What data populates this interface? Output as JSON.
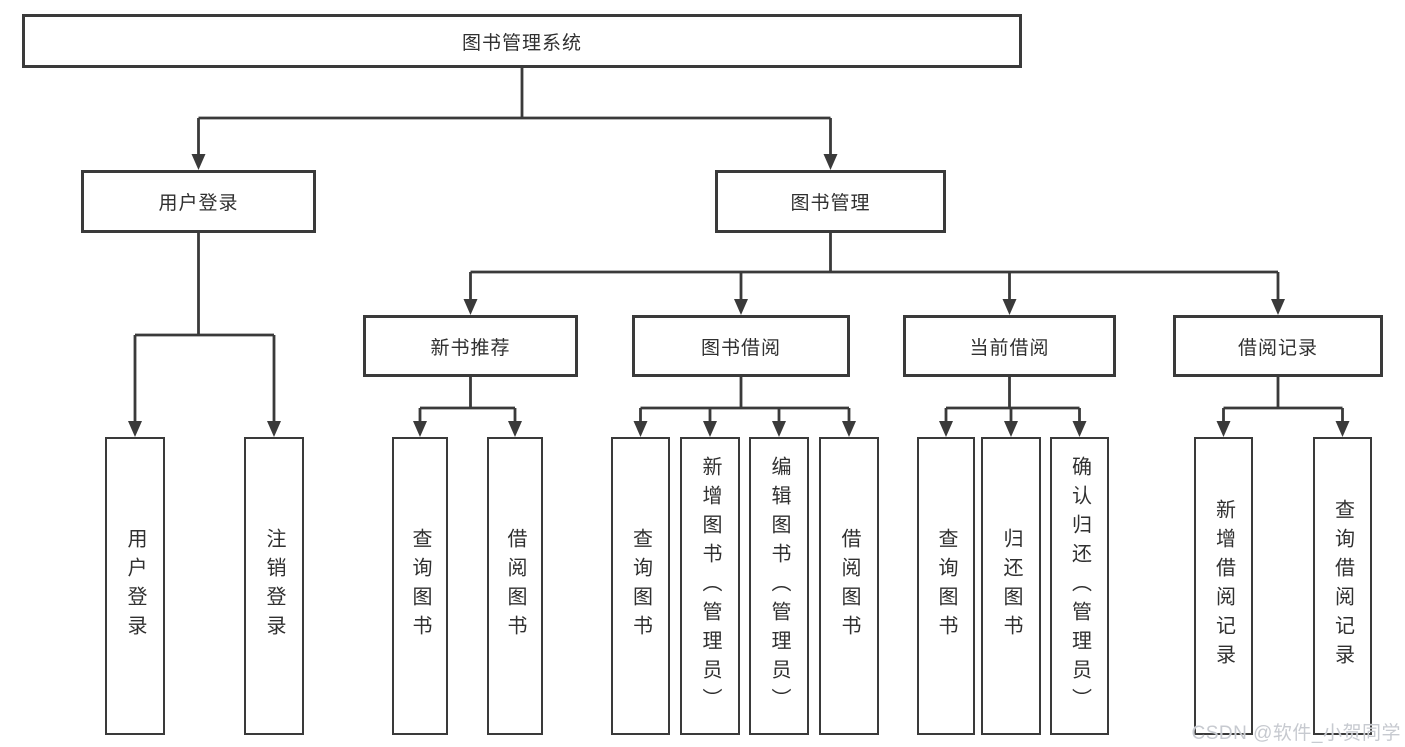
{
  "colors": {
    "background": "#ffffff",
    "line": "#3a3a3a",
    "box_border": "#3a3a3a",
    "box_fill": "#ffffff",
    "text": "#303030",
    "watermark": "#c7cad0"
  },
  "watermark": {
    "text": "CSDN @软件_小贺同学"
  },
  "tree": {
    "label": "图书管理系统",
    "children": [
      {
        "label": "用户登录",
        "children": [
          {
            "label": "用户登录"
          },
          {
            "label": "注销登录"
          }
        ]
      },
      {
        "label": "图书管理",
        "children": [
          {
            "label": "新书推荐",
            "children": [
              {
                "label": "查询图书"
              },
              {
                "label": "借阅图书"
              }
            ]
          },
          {
            "label": "图书借阅",
            "children": [
              {
                "label": "查询图书"
              },
              {
                "label": "新增图书（管理员）"
              },
              {
                "label": "编辑图书（管理员）"
              },
              {
                "label": "借阅图书"
              }
            ]
          },
          {
            "label": "当前借阅",
            "children": [
              {
                "label": "查询图书"
              },
              {
                "label": "归还图书"
              },
              {
                "label": "确认归还（管理员）"
              }
            ]
          },
          {
            "label": "借阅记录",
            "children": [
              {
                "label": "新增借阅记录"
              },
              {
                "label": "查询借阅记录"
              }
            ]
          }
        ]
      }
    ]
  }
}
